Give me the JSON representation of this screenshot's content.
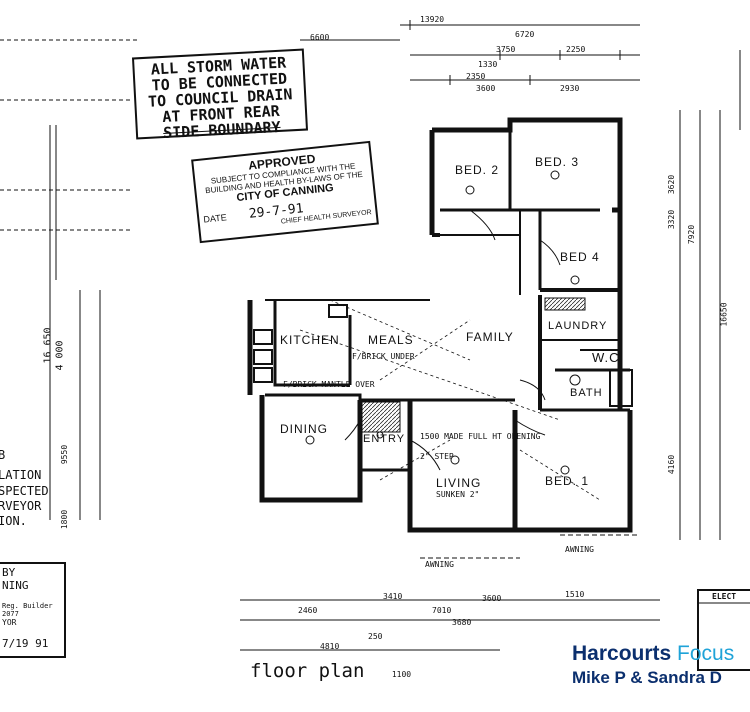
{
  "stamp_storm": {
    "line1": "ALL STORM WATER",
    "line2": "TO BE CONNECTED",
    "line3": "TO COUNCIL DRAIN",
    "line4": "AT FRONT REAR",
    "line5": "SIDE BOUNDARY"
  },
  "stamp_approved": {
    "title": "APPROVED",
    "line1": "SUBJECT TO COMPLIANCE WITH THE",
    "line2": "BUILDING AND HEALTH BY-LAWS OF THE",
    "city": "CITY OF CANNING",
    "date_label": "DATE",
    "date_value": "29-7-91",
    "signatory": "CHIEF HEALTH SURVEYOR"
  },
  "rooms": {
    "bed2": "BED. 2",
    "bed3": "BED. 3",
    "bed4": "BED 4",
    "bed1": "BED. 1",
    "kitchen": "KITCHEN",
    "meals": "MEALS",
    "family": "FAMILY",
    "laundry": "LAUNDRY",
    "wc": "W.C.",
    "bath": "BATH",
    "dining": "DINING",
    "entry": "ENTRY",
    "living": "LIVING"
  },
  "notes": {
    "sunken": "SUNKEN 2\"",
    "step": "2\" STEP",
    "opening": "1500 MADE FULL HT OPENING",
    "fbrick": "F/BRICK UNDER",
    "fbrick2": "F/BRICK MANTLE OVER",
    "awning": "AWNING"
  },
  "dims_top": [
    "13920",
    "6720",
    "6600",
    "3750",
    "2250",
    "1330",
    "2350",
    "3600",
    "2930"
  ],
  "dims_bottom": [
    "3410",
    "7010",
    "1510",
    "3600",
    "3680",
    "2460",
    "4810",
    "250",
    "1100"
  ],
  "dims_left": [
    "16 650",
    "4 000",
    "9550",
    "1800"
  ],
  "dims_right": [
    "3620",
    "3320",
    "7920",
    "4160",
    "16650"
  ],
  "left_notes": [
    "B",
    "LATION",
    "SPECTED",
    "RVEYOR",
    "ION."
  ],
  "builder_box": {
    "line1": "BY",
    "line2": "NING",
    "line3": "Reg. Builder 2077",
    "line4": "YOR",
    "date": "7/19 91"
  },
  "footer_title": "floor plan",
  "footer_scale": "1100",
  "brand": {
    "name_part1": "Harcourts",
    "name_part2": " Focus",
    "agents": "Mike P & Sandra D",
    "color_dark": "#0b2f6e",
    "color_light": "#1fa3d8"
  },
  "electrical_header": "ELECT"
}
